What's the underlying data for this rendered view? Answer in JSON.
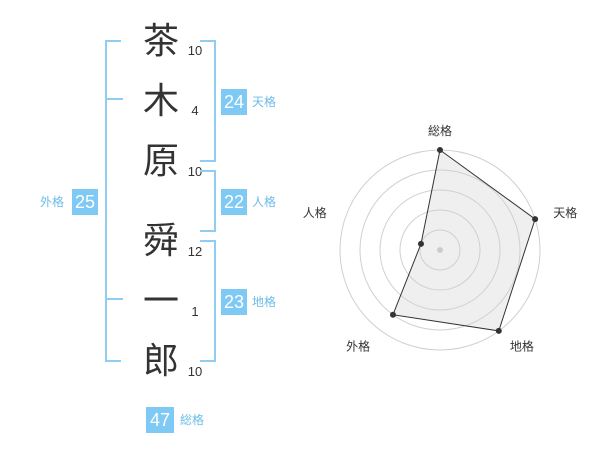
{
  "name": {
    "chars": [
      {
        "char": "茶",
        "strokes": "10"
      },
      {
        "char": "木",
        "strokes": "4"
      },
      {
        "char": "原",
        "strokes": "10"
      },
      {
        "char": "舜",
        "strokes": "12"
      },
      {
        "char": "一",
        "strokes": "1"
      },
      {
        "char": "郎",
        "strokes": "10"
      }
    ]
  },
  "scores": {
    "tenkaku": {
      "label": "天格",
      "value": "24"
    },
    "jinkaku": {
      "label": "人格",
      "value": "22"
    },
    "chikaku": {
      "label": "地格",
      "value": "23"
    },
    "gaikaku": {
      "label": "外格",
      "value": "25"
    },
    "soukaku": {
      "label": "総格",
      "value": "47"
    }
  },
  "chart_data": {
    "type": "radar",
    "axes": [
      "総格",
      "天格",
      "地格",
      "外格",
      "人格"
    ],
    "values": [
      5,
      5,
      5,
      4,
      1
    ],
    "rmax": 5,
    "rings": 5
  },
  "colors": {
    "accent": "#7fc9f5",
    "bracket": "#8fcdf2",
    "label": "#6bbde8",
    "text": "#333333"
  }
}
